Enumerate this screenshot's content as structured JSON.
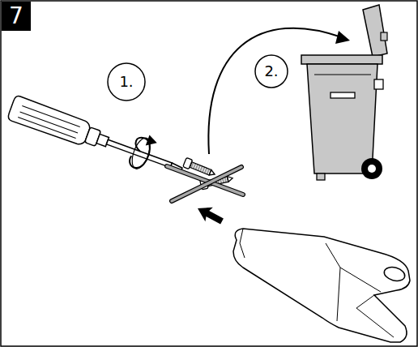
{
  "diagram": {
    "nodes": [
      {
        "text": [
          "7"
        ]
      },
      {
        "text": [
          "1."
        ]
      },
      {
        "text": [
          "2."
        ]
      }
    ]
  }
}
